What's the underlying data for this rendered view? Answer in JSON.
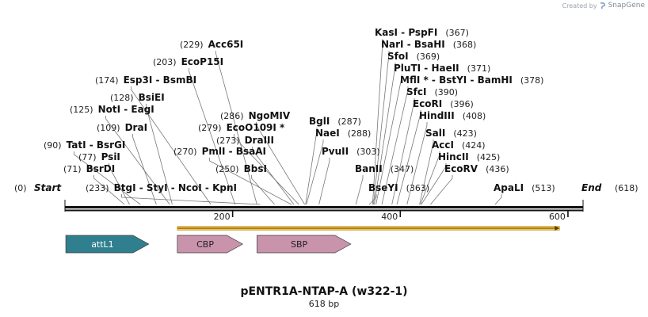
{
  "branding": {
    "prefix": "Created by",
    "name": "SnapGene"
  },
  "map": {
    "title": "pENTR1A-NTAP-A (w322-1)",
    "length_label": "618 bp",
    "length": 618,
    "start_label": "Start",
    "end_label": "End",
    "start_pos": "(0)",
    "end_pos": "(618)"
  },
  "ticks": [
    {
      "value": 200,
      "label": "200"
    },
    {
      "value": 400,
      "label": "400"
    },
    {
      "value": 600,
      "label": "600"
    }
  ],
  "sites": [
    {
      "pos": "(71)",
      "name": "BsrDI",
      "bp": 71
    },
    {
      "pos": "(77)",
      "name": "PsiI",
      "bp": 77
    },
    {
      "pos": "(90)",
      "name": "TatI  -  BsrGI",
      "bp": 90
    },
    {
      "pos": "(109)",
      "name": "DraI",
      "bp": 109
    },
    {
      "pos": "(125)",
      "name": "NotI  -  EagI",
      "bp": 125
    },
    {
      "pos": "(128)",
      "name": "BsiEI",
      "bp": 128
    },
    {
      "pos": "(174)",
      "name": "Esp3I  -  BsmBI",
      "bp": 174
    },
    {
      "pos": "(203)",
      "name": "EcoP15I",
      "bp": 203
    },
    {
      "pos": "(229)",
      "name": "Acc65I",
      "bp": 229
    },
    {
      "pos": "(233)",
      "name": "BtgI  -  StyI  -  NcoI  -  KpnI",
      "bp": 233
    },
    {
      "pos": "(250)",
      "name": "BbsI",
      "bp": 250
    },
    {
      "pos": "(270)",
      "name": "PmlI  -  BsaAI",
      "bp": 270
    },
    {
      "pos": "(273)",
      "name": "DraIII",
      "bp": 273
    },
    {
      "pos": "(279)",
      "name": "EcoO109I *",
      "bp": 279
    },
    {
      "pos": "(286)",
      "name": "NgoMIV",
      "bp": 286
    },
    {
      "pos": "(287)",
      "name": "BglI",
      "bp": 287
    },
    {
      "pos": "(288)",
      "name": "NaeI",
      "bp": 288
    },
    {
      "pos": "(303)",
      "name": "PvuII",
      "bp": 303
    },
    {
      "pos": "(347)",
      "name": "BanII",
      "bp": 347
    },
    {
      "pos": "(363)",
      "name": "BseYI",
      "bp": 363
    },
    {
      "pos": "(367)",
      "name": "KasI  -  PspFI",
      "bp": 367
    },
    {
      "pos": "(368)",
      "name": "NarI  -  BsaHI",
      "bp": 368
    },
    {
      "pos": "(369)",
      "name": "SfoI",
      "bp": 369
    },
    {
      "pos": "(371)",
      "name": "PluTI  -  HaeII",
      "bp": 371
    },
    {
      "pos": "(378)",
      "name": "MflI *  -  BstYI  -  BamHI",
      "bp": 378
    },
    {
      "pos": "(390)",
      "name": "SfcI",
      "bp": 390
    },
    {
      "pos": "(396)",
      "name": "EcoRI",
      "bp": 396
    },
    {
      "pos": "(408)",
      "name": "HindIII",
      "bp": 408
    },
    {
      "pos": "(423)",
      "name": "SalI",
      "bp": 423
    },
    {
      "pos": "(424)",
      "name": "AccI",
      "bp": 424
    },
    {
      "pos": "(425)",
      "name": "HincII",
      "bp": 425
    },
    {
      "pos": "(436)",
      "name": "EcoRV",
      "bp": 436
    },
    {
      "pos": "(513)",
      "name": "ApaLI",
      "bp": 513
    }
  ],
  "features": [
    {
      "name": "attL1",
      "start": 1,
      "end": 100,
      "color": "#2f7f8f",
      "text_color": "#ffffff"
    },
    {
      "name": "CBP",
      "start": 134,
      "end": 212,
      "color": "#c993ac",
      "text_color": "#222222"
    },
    {
      "name": "SBP",
      "start": 229,
      "end": 341,
      "color": "#c993ac",
      "text_color": "#222222"
    }
  ],
  "orf": {
    "start": 134,
    "end": 590,
    "color": "#f5c451"
  }
}
